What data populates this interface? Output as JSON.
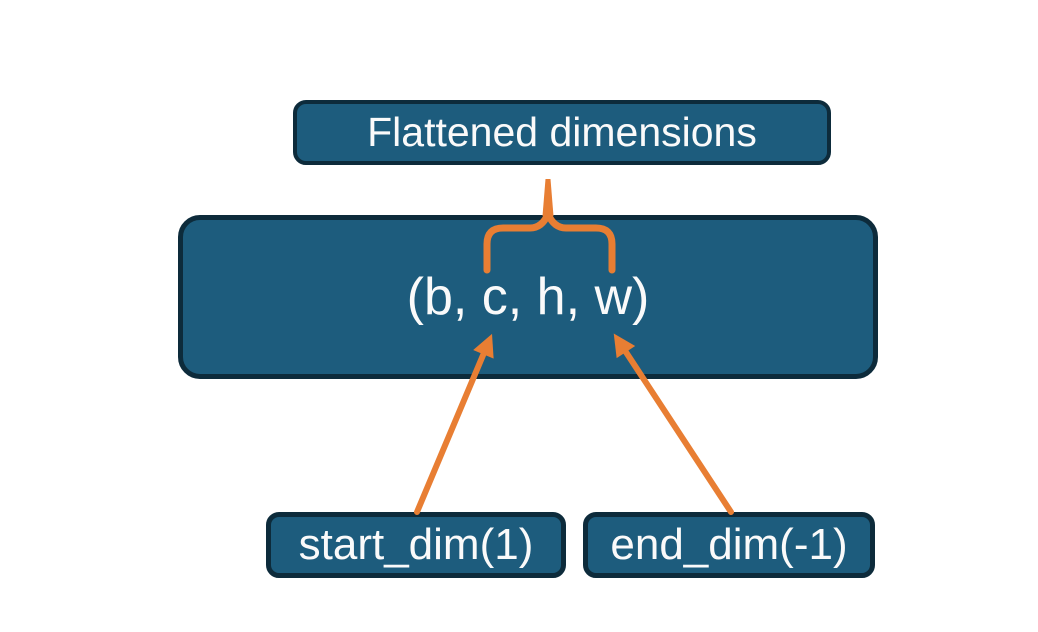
{
  "diagram": {
    "boxes": {
      "flattened": {
        "label": "Flattened dimensions"
      },
      "tensor": {
        "label": "(b, c, h, w)"
      },
      "start_dim": {
        "label": "start_dim(1)"
      },
      "end_dim": {
        "label": "end_dim(-1)"
      }
    },
    "connectors": {
      "brace": "flatten-span-brace",
      "start_arrow": "start-dim-arrow",
      "end_arrow": "end-dim-arrow"
    },
    "colors": {
      "background": "#ffffff",
      "box_fill": "#1d5c7d",
      "box_border": "#0d2b3b",
      "accent": "#e87e33",
      "text": "#fafafa"
    }
  }
}
